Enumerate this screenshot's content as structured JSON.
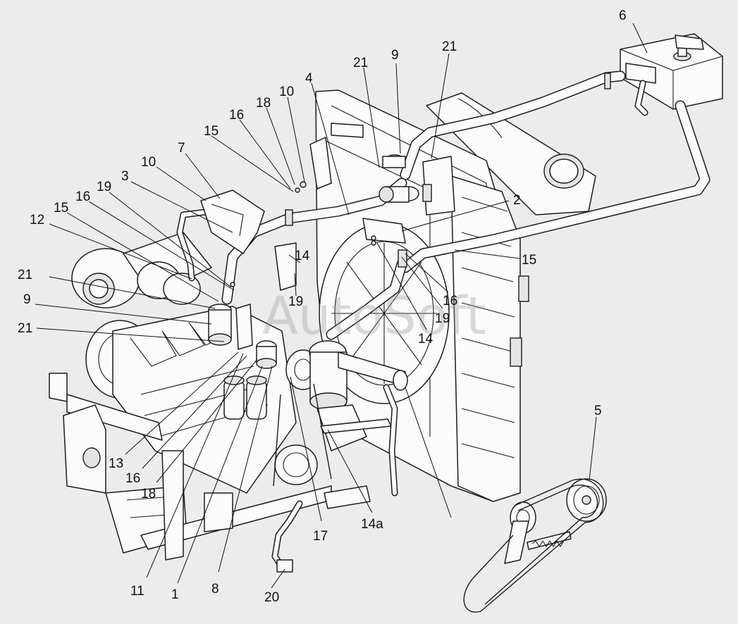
{
  "watermark": "AutoSoft",
  "callouts": [
    {
      "id": "c-6",
      "text": "6"
    },
    {
      "id": "c-21-a",
      "text": "21"
    },
    {
      "id": "c-9-a",
      "text": "9"
    },
    {
      "id": "c-21-b",
      "text": "21"
    },
    {
      "id": "c-4",
      "text": "4"
    },
    {
      "id": "c-10-a",
      "text": "10"
    },
    {
      "id": "c-18-a",
      "text": "18"
    },
    {
      "id": "c-16-a",
      "text": "16"
    },
    {
      "id": "c-15-a",
      "text": "15"
    },
    {
      "id": "c-7",
      "text": "7"
    },
    {
      "id": "c-10-b",
      "text": "10"
    },
    {
      "id": "c-3",
      "text": "3"
    },
    {
      "id": "c-19-a",
      "text": "19"
    },
    {
      "id": "c-16-b",
      "text": "16"
    },
    {
      "id": "c-15-b",
      "text": "15"
    },
    {
      "id": "c-12",
      "text": "12"
    },
    {
      "id": "c-2",
      "text": "2"
    },
    {
      "id": "c-14-a",
      "text": "14"
    },
    {
      "id": "c-15-c",
      "text": "15"
    },
    {
      "id": "c-21-c",
      "text": "21"
    },
    {
      "id": "c-9-b",
      "text": "9"
    },
    {
      "id": "c-19-b",
      "text": "19"
    },
    {
      "id": "c-16-c",
      "text": "16"
    },
    {
      "id": "c-19-c",
      "text": "19"
    },
    {
      "id": "c-21-d",
      "text": "21"
    },
    {
      "id": "c-14-b",
      "text": "14"
    },
    {
      "id": "c-5",
      "text": "5"
    },
    {
      "id": "c-13",
      "text": "13"
    },
    {
      "id": "c-16-d",
      "text": "16"
    },
    {
      "id": "c-18-b",
      "text": "18"
    },
    {
      "id": "c-14a",
      "text": "14a"
    },
    {
      "id": "c-17",
      "text": "17"
    },
    {
      "id": "c-11",
      "text": "11"
    },
    {
      "id": "c-1",
      "text": "1"
    },
    {
      "id": "c-8",
      "text": "8"
    },
    {
      "id": "c-20",
      "text": "20"
    }
  ]
}
